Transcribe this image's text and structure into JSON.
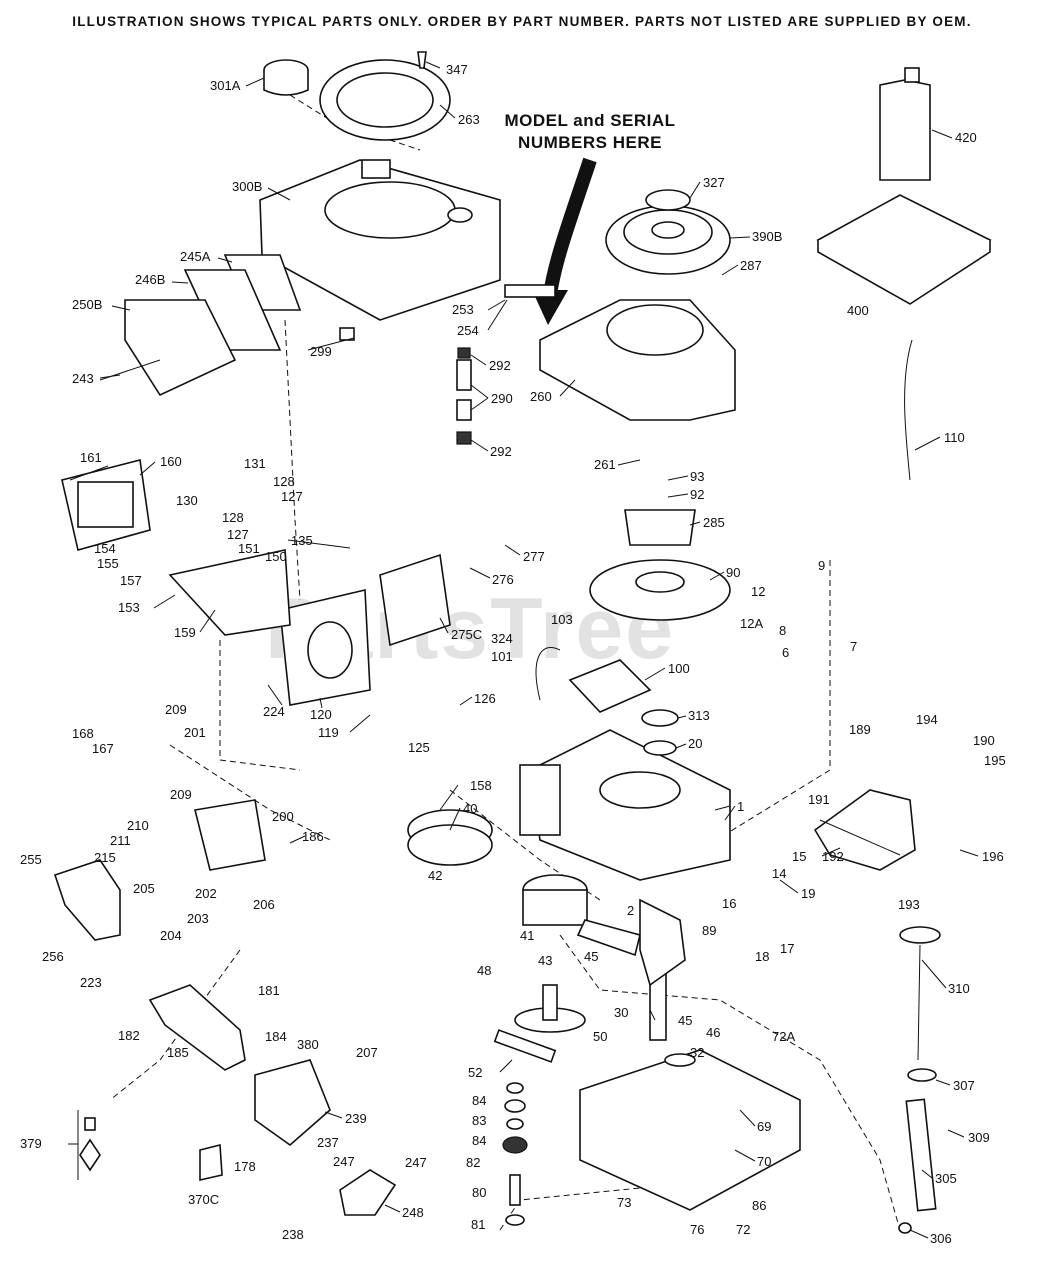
{
  "header": "ILLUSTRATION SHOWS TYPICAL PARTS ONLY. ORDER BY PART NUMBER. PARTS NOT LISTED ARE SUPPLIED BY OEM.",
  "callout": {
    "line1": "MODEL and SERIAL",
    "line2": "NUMBERS HERE"
  },
  "watermark": "PartsTree",
  "labels": [
    "347",
    "301A",
    "263",
    "300B",
    "420",
    "327",
    "390B",
    "287",
    "245A",
    "246B",
    "250B",
    "400",
    "253",
    "254",
    "292",
    "290",
    "292",
    "299",
    "243",
    "260",
    "110",
    "261",
    "161",
    "160",
    "131",
    "128",
    "127",
    "93",
    "92",
    "130",
    "128",
    "127",
    "285",
    "135",
    "277",
    "154",
    "151",
    "150",
    "155",
    "157",
    "276",
    "90",
    "9",
    "12",
    "153",
    "159",
    "275C",
    "103",
    "324",
    "101",
    "12A",
    "8",
    "7",
    "6",
    "100",
    "224",
    "120",
    "119",
    "126",
    "313",
    "209",
    "168",
    "167",
    "201",
    "125",
    "20",
    "189",
    "194",
    "190",
    "195",
    "191",
    "158",
    "40",
    "1",
    "209",
    "200",
    "210",
    "186",
    "211",
    "215",
    "205",
    "202",
    "206",
    "42",
    "15",
    "14",
    "192",
    "196",
    "255",
    "204",
    "203",
    "41",
    "2",
    "19",
    "16",
    "193",
    "89",
    "43",
    "45",
    "17",
    "18",
    "256",
    "48",
    "310",
    "223",
    "181",
    "30",
    "45",
    "46",
    "182",
    "184",
    "380",
    "207",
    "185",
    "50",
    "72A",
    "52",
    "32",
    "307",
    "84",
    "83",
    "84",
    "69",
    "239",
    "309",
    "379",
    "82",
    "70",
    "178",
    "237",
    "247",
    "247",
    "80",
    "305",
    "370C",
    "73",
    "86",
    "248",
    "238",
    "81",
    "76",
    "72",
    "306"
  ]
}
